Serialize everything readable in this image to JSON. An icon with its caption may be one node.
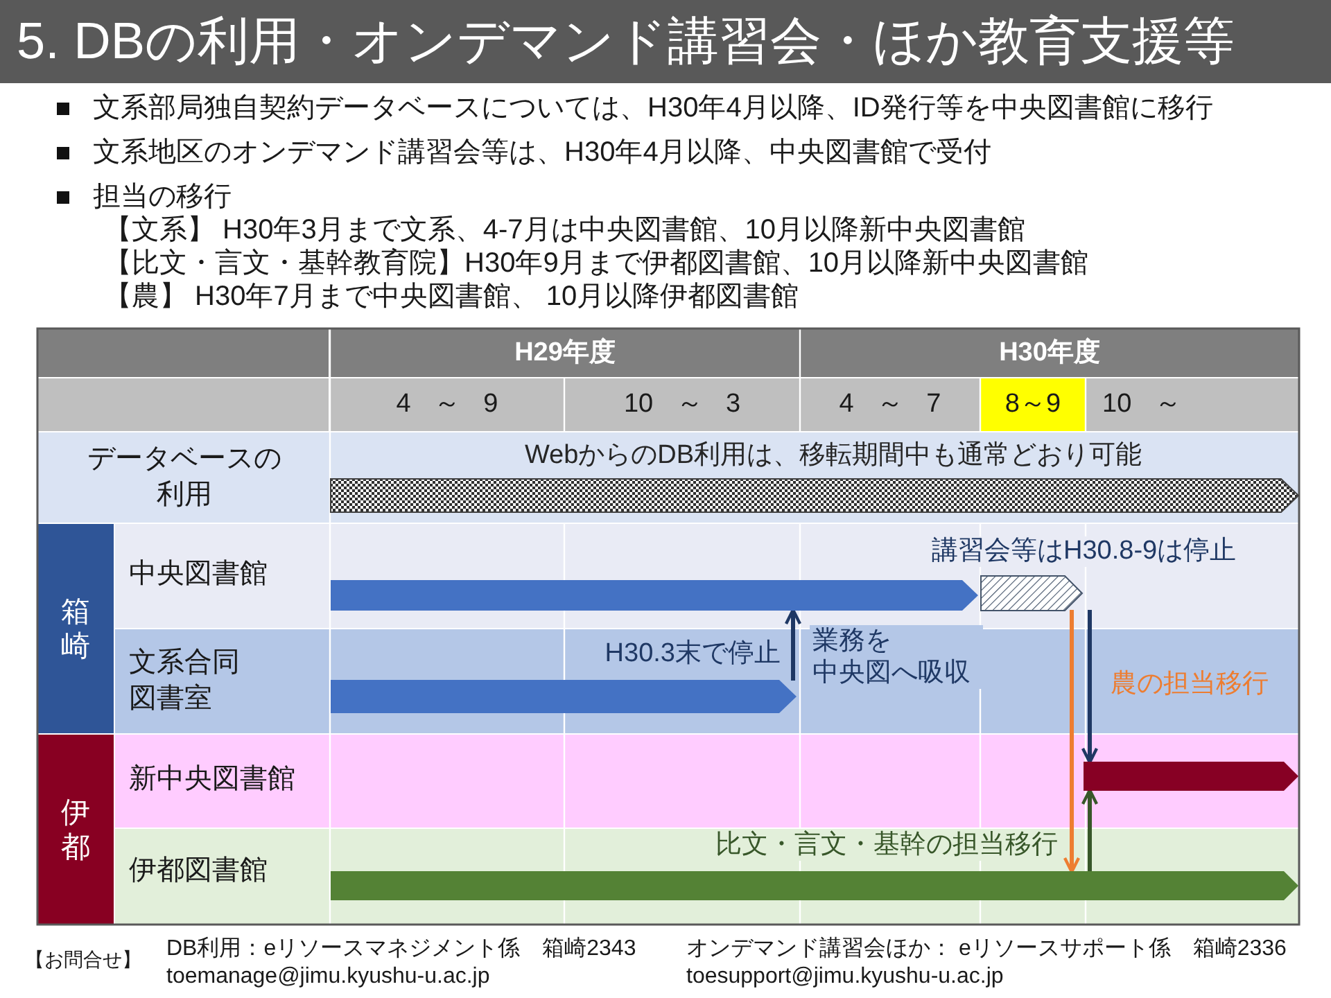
{
  "diagram": {
    "title": "5. DBの利用・オンデマンド講習会・ほか教育支援等",
    "nodes": [
      {
        "text": [
          "データベースの利用"
        ]
      },
      {
        "text": [],
        "shape": "bar",
        "in": 0,
        "beside": [
          "WebからのDB利用は、移転期間中も通常どおり可能"
        ]
      },
      {
        "text": [
          "箱崎"
        ]
      },
      {
        "text": [
          "中央図書館"
        ]
      },
      {
        "text": [],
        "shape": "bar",
        "in": 3
      },
      {
        "text": [],
        "shape": "bar",
        "in": 3,
        "beside": [
          "講習会等はH30.8-9は停止"
        ]
      },
      {
        "text": [
          "文系合同図書室"
        ]
      },
      {
        "text": [],
        "shape": "bar",
        "in": 6,
        "beside": [
          "H30.3末で停止"
        ]
      },
      {
        "text": [
          "伊都"
        ]
      },
      {
        "text": [
          "新中央図書館"
        ]
      },
      {
        "text": [],
        "shape": "bar",
        "in": 9
      },
      {
        "text": [
          "伊都図書館"
        ]
      },
      {
        "text": [],
        "shape": "bar",
        "in": 11
      }
    ],
    "edges": [
      {
        "from": 7,
        "to": 4,
        "arrow": "to",
        "label": "業務を中央図へ吸収"
      },
      {
        "from": 5,
        "to": 10,
        "arrow": "to"
      },
      {
        "from": 5,
        "to": 12,
        "arrow": "to",
        "label": "農の担当移行",
        "color": "#ed7d31"
      },
      {
        "from": 12,
        "to": 10,
        "arrow": "to",
        "label": "比文・言文・基幹の担当移行",
        "color": "#38572a"
      }
    ],
    "labels": [
      "文系部局独自契約データベースについては、H30年4月以降、ID発行等を中央図書館に移行",
      "文系地区のオンデマンド講習会等は、H30年4月以降、中央図書館で受付",
      "担当の移行",
      "【文系】 H30年3月まで文系、4-7月は中央図書館、10月以降新中央図書館",
      "【比文・言文・基幹教育院】H30年9月まで伊都図書館、10月以降新中央図書館",
      "【農】 H30年7月まで中央図書館、 10月以降伊都図書館",
      "H29年度",
      "H30年度",
      "4 ～ 9",
      "10 ～ 3",
      "4 ～ 7",
      "8～9",
      "10 ～",
      "【お問合せ】",
      "DB利用：eリソースマネジメント係　箱崎2343",
      "toemanage@jimu.kyushu-u.ac.jp",
      "オンデマンド講習会ほか： eリソースサポート係　箱崎2336",
      "toesupport@jimu.kyushu-u.ac.jp"
    ]
  }
}
